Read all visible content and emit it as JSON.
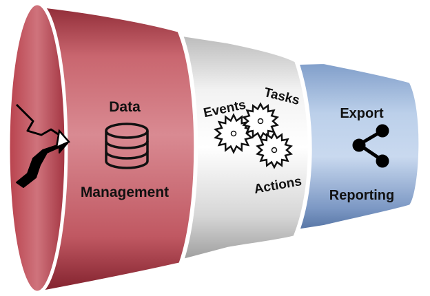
{
  "segments": {
    "data_management": {
      "title_top": "Data",
      "title_bottom": "Management",
      "icon": "database-icon",
      "color": "#b84a55"
    },
    "processing": {
      "label_events": "Events",
      "label_tasks": "Tasks",
      "label_actions": "Actions",
      "icon": "gears-icon",
      "color": "#d8d8d8"
    },
    "output": {
      "title_top": "Export",
      "title_bottom": "Reporting",
      "icon": "share-icon",
      "color": "#6f8fbf"
    }
  },
  "mouth": {
    "icon": "merge-arrows-icon",
    "color": "#a8343f"
  }
}
